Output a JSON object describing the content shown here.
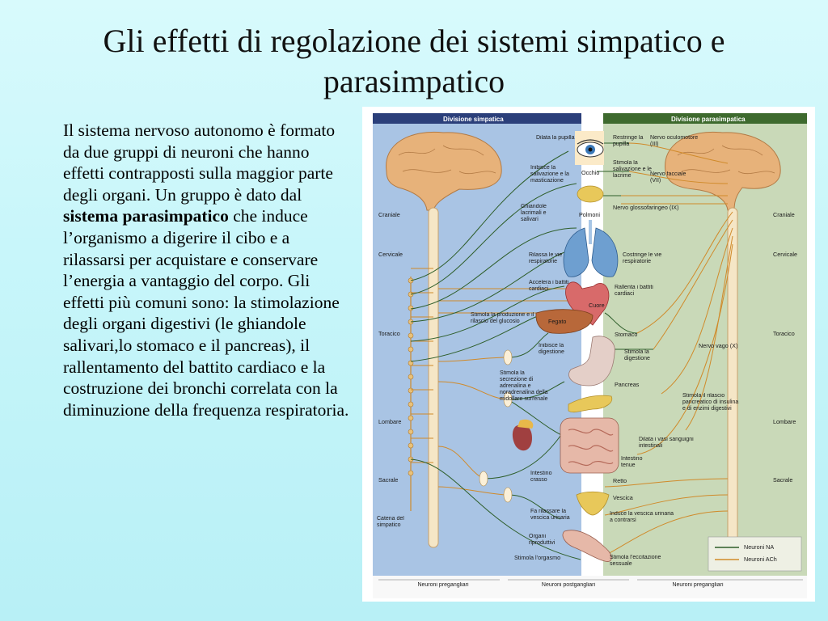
{
  "title": "Gli effetti di regolazione dei sistemi simpatico e parasimpatico",
  "body": {
    "intro": "Il sistema nervoso autonomo è formato da due gruppi di neuroni che hanno effetti contrapposti  sulla maggior parte degli organi. Un gruppo è dato dal ",
    "bold": "sistema parasimpatico",
    "rest": " che induce l’organismo a digerire il cibo e a rilassarsi per acquistare e conservare l’energia a vantaggio del corpo. Gli effetti più comuni sono: la stimolazione degli organi digestivi (le ghiandole salivari,lo stomaco e il pancreas), il rallentamento del battito cardiaco e la costruzione dei bronchi correlata con la diminuzione della frequenza respiratoria."
  },
  "diagram": {
    "header_left": "Divisione simpatica",
    "header_right": "Divisione parasimpatica",
    "regions_left": [
      "Craniale",
      "Cervicale",
      "Toracico",
      "Lombare",
      "Sacrale"
    ],
    "regions_right": [
      "Craniale",
      "Cervicale",
      "Toracico",
      "Lombare",
      "Sacrale"
    ],
    "chain_label": "Catena del simpatico",
    "organs": {
      "occhio": "Occhio",
      "polmoni": "Polmoni",
      "cuore": "Cuore",
      "fegato": "Fegato",
      "stomaco": "Stomaco",
      "pancreas": "Pancreas",
      "intestino_tenue": "Intestino tenue",
      "intestino_crasso": "Intestino crasso",
      "retto": "Retto",
      "vescica": "Vescica",
      "organi_riproduttivi": "Organi riproduttivi"
    },
    "sym_effects": {
      "pupilla": "Dilata la pupilla",
      "salivazione": "Inibisce la salivazione e la masticazione",
      "ghiandole": "Ghiandole lacrimali e salivari",
      "vie_resp": "Rilassa le vie respiratorie",
      "battiti": "Accelera i battiti cardiaci",
      "glucosio": "Stimola la produzione e il rilascio del glucosio",
      "digestione": "Inibisce la digestione",
      "adrenalina": "Stimola la secrezione di adrenalina e noradrenalina della midollare surrenale",
      "vescica": "Fa rilassare la vescica urinaria",
      "orgasmo": "Stimola l’orgasmo"
    },
    "para_effects": {
      "pupilla": "Restringe la pupilla",
      "lacrime": "Stimola la salivazione e le lacrime",
      "vie_resp": "Costringe le vie respiratorie",
      "battiti": "Rallenta i battiti cardiaci",
      "digestione": "Stimola la digestione",
      "pancreas": "Stimola il rilascio pancreatico di insulina e di enzimi digestivi",
      "vasi": "Dilata i vasi sanguigni intestinali",
      "vescica": "Induce la vescica urinaria a contrarsi",
      "eccitazione": "Stimola l’eccitazione sessuale"
    },
    "nerves": {
      "oculomotore": "Nervo oculomotore (III)",
      "facciale": "Nervo facciale (VII)",
      "glosso": "Nervo glossofaringeo (IX)",
      "vago": "Nervo vago (X)"
    },
    "legend": {
      "na": "Neuroni NA",
      "ach": "Neuroni ACh",
      "na_color": "#2e5e2a",
      "ach_color": "#d08a2a"
    },
    "footer": {
      "left": "Neuroni pregangliari",
      "mid": "Neuroni postgangliari",
      "right": "Neuroni pregangliari"
    },
    "colors": {
      "sym_bg": "#a9c4e4",
      "para_bg": "#c9d9b8",
      "header_bg": "#2b3f7a",
      "brain": "#e7b27a"
    }
  }
}
